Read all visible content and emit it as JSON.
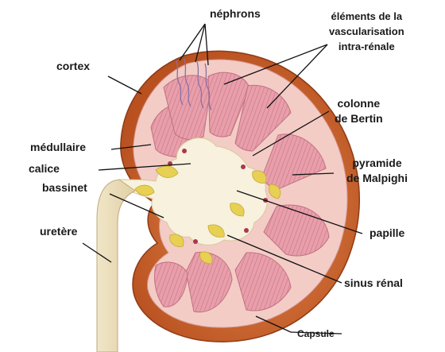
{
  "labels": {
    "nephrons": "néphrons",
    "vascular": [
      "éléments de la",
      "vascularisation",
      "intra-rénale"
    ],
    "cortex": "cortex",
    "colonne": [
      "colonne",
      "de Bertin"
    ],
    "medullaire": "médullaire",
    "calice": "calice",
    "bassinet": "bassinet",
    "pyramide": [
      "pyramide",
      "de Malpighi"
    ],
    "uretere": "uretère",
    "papille": "papille",
    "sinus": "sinus rénal",
    "capsule": "Capsule"
  },
  "colors": {
    "capsule": "#c9652e",
    "cortex": "#f2c6c0",
    "pyramid": "#e59aa6",
    "pelvis": "#f6efd8",
    "papilla": "#ecd55c",
    "line": "#111111"
  }
}
